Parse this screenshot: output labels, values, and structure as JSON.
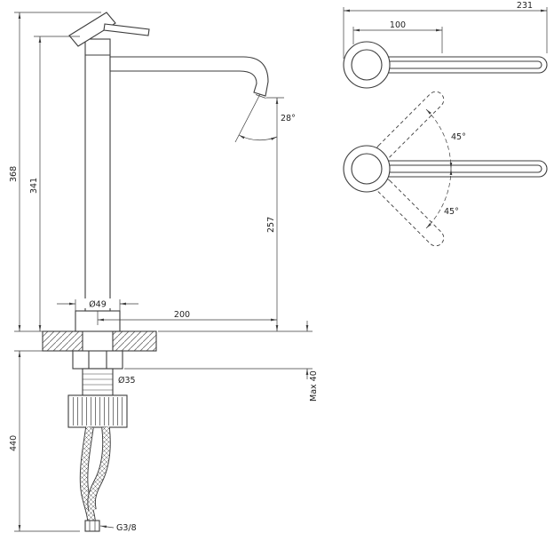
{
  "drawing": {
    "front_view": {
      "total_height": "368",
      "body_height": "341",
      "under_counter_height": "440",
      "base_diameter": "Ø49",
      "spout_reach": "200",
      "spout_height": "257",
      "spout_angle": "28°",
      "shank_diameter": "Ø35",
      "max_deck_thickness": "Max 40",
      "hose_thread": "G3/8"
    },
    "top_view": {
      "total_length": "231",
      "handle_length": "100",
      "handle_swing_up": "45°",
      "handle_swing_down": "45°"
    },
    "colors": {
      "line": "#3d3d3d",
      "dim": "#3d3d3d",
      "text": "#222222",
      "background": "#ffffff"
    }
  }
}
